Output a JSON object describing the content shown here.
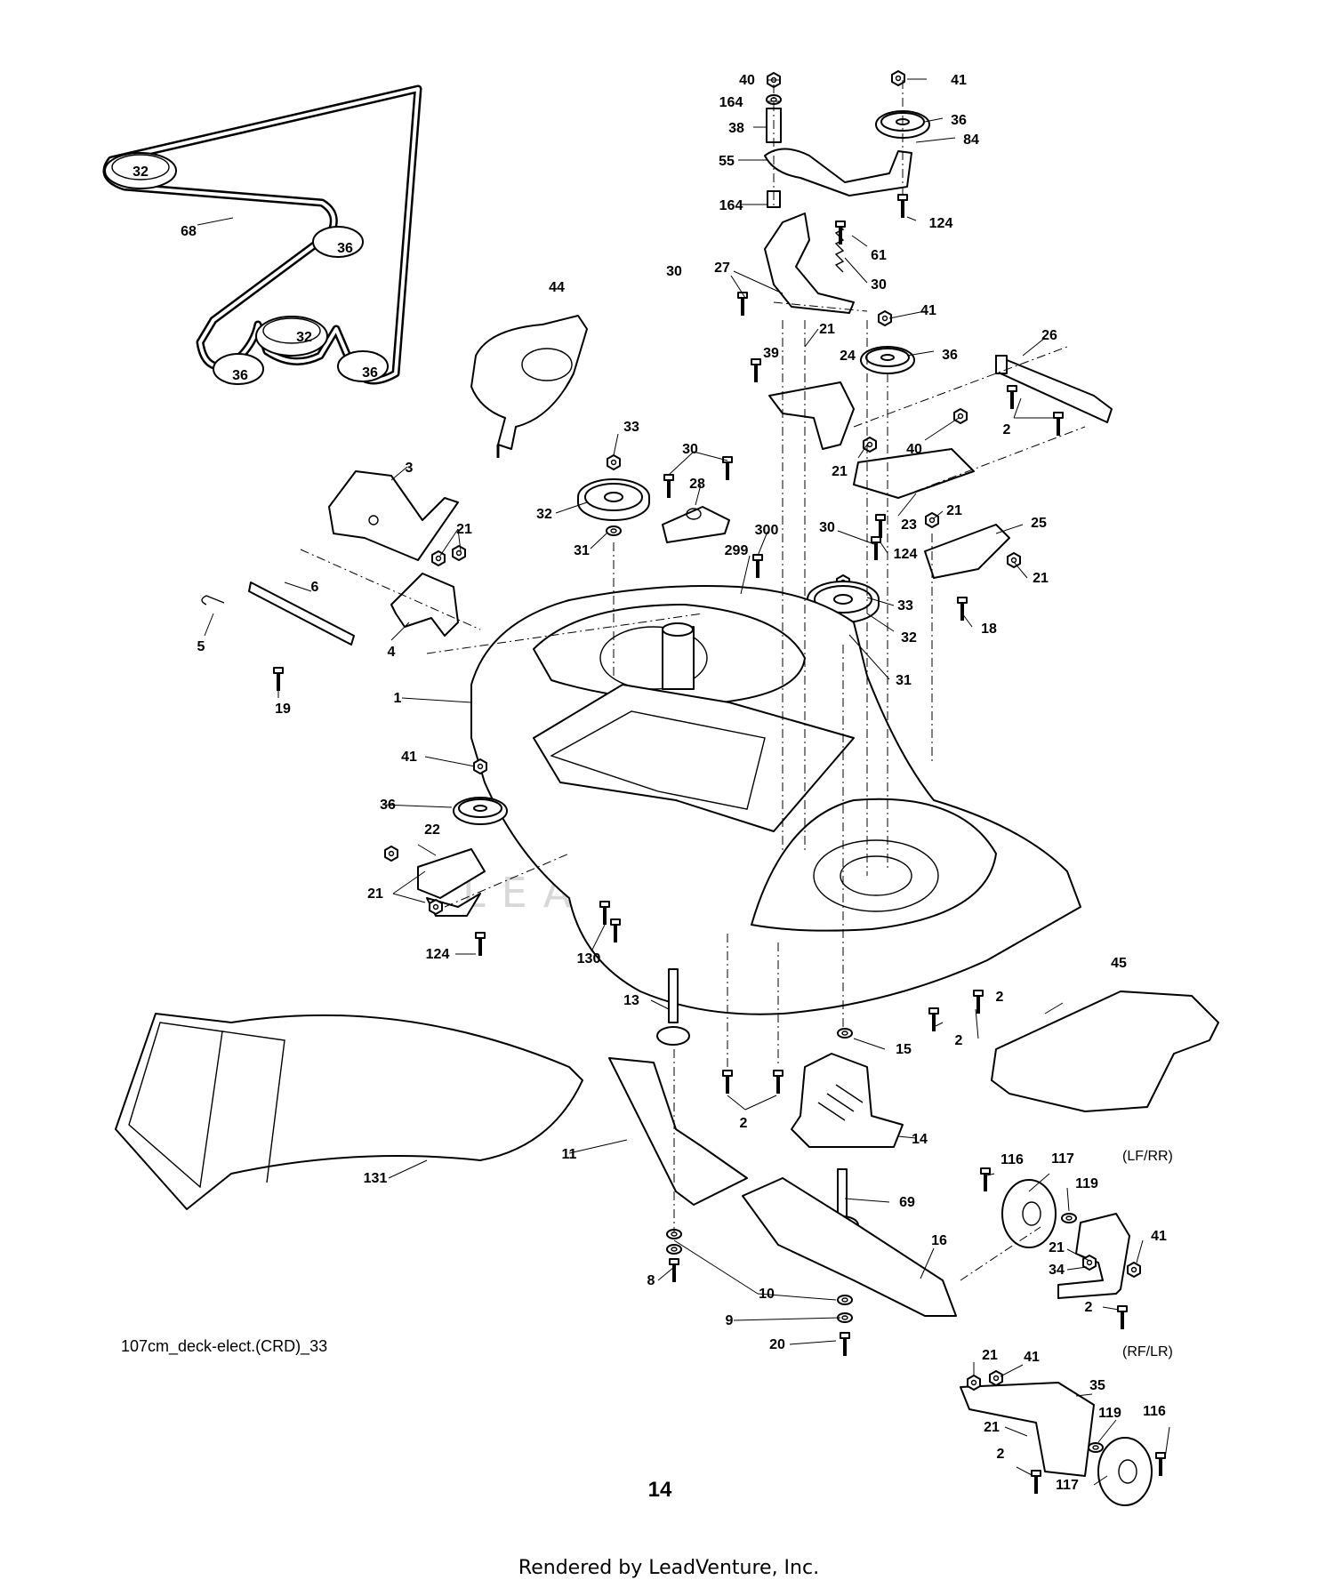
{
  "diagram": {
    "drawing_id": "107cm_deck-elect.(CRD)_33",
    "page_number": "14",
    "footer": "Rendered by LeadVenture, Inc.",
    "watermark": "LEADVENTURE",
    "notes": {
      "lf_rr": "(LF/RR)",
      "rf_lr": "(RF/LR)"
    },
    "callouts": [
      "32",
      "36",
      "32",
      "36",
      "36",
      "68",
      "44",
      "40",
      "164",
      "38",
      "55",
      "164",
      "41",
      "36",
      "84",
      "124",
      "61",
      "30",
      "27",
      "30",
      "39",
      "21",
      "24",
      "41",
      "36",
      "26",
      "2",
      "40",
      "21",
      "23",
      "21",
      "25",
      "21",
      "18",
      "30",
      "124",
      "3",
      "21",
      "6",
      "5",
      "4",
      "19",
      "33",
      "32",
      "31",
      "30",
      "28",
      "299",
      "300",
      "33",
      "32",
      "31",
      "1",
      "41",
      "36",
      "22",
      "21",
      "124",
      "130",
      "13",
      "15",
      "2",
      "2",
      "14",
      "11",
      "69",
      "16",
      "8",
      "10",
      "9",
      "20",
      "131",
      "45",
      "2",
      "116",
      "117",
      "119",
      "21",
      "34",
      "41",
      "2",
      "21",
      "41",
      "35",
      "21",
      "119",
      "116",
      "2",
      "117"
    ]
  }
}
